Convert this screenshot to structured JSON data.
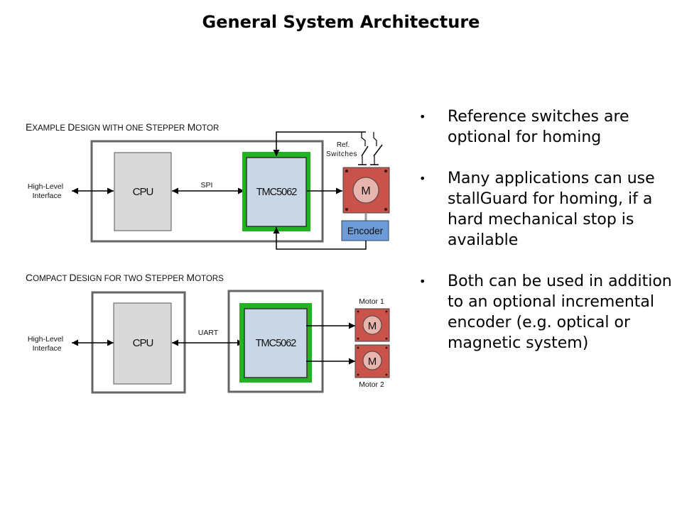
{
  "slide": {
    "title": "General System Architecture"
  },
  "diagram1": {
    "heading": "Example Design with one Stepper Motor",
    "interface_label_line1": "High-Level",
    "interface_label_line2": "Interface",
    "cpu_label": "CPU",
    "bus_label": "SPI",
    "controller_label": "TMC5062",
    "motor_label": "M",
    "encoder_label": "Encoder",
    "switches_label_line1": "Ref.",
    "switches_label_line2": "Switches"
  },
  "diagram2": {
    "heading": "Compact Design for two Stepper Motors",
    "interface_label_line1": "High-Level",
    "interface_label_line2": "Interface",
    "cpu_label": "CPU",
    "bus_label": "UART",
    "controller_label": "TMC5062",
    "motor1_caption": "Motor 1",
    "motor2_caption": "Motor 2",
    "motor_label": "M"
  },
  "bullets": [
    "Reference switches are optional for homing",
    "Many applications can use stallGuard for homing, if a hard mechanical stop is available",
    "Both can be used in addition to an optional incremental encoder (e.g. optical or magnetic system)"
  ],
  "colors": {
    "controller_fill": "#c8d6e6",
    "controller_border": "#22b222",
    "cpu_fill": "#d9d9d9",
    "motor_fill": "#c9534a",
    "motor_circle": "#e8b4ae",
    "encoder_fill": "#6d9bd8",
    "frame": "#666666"
  }
}
